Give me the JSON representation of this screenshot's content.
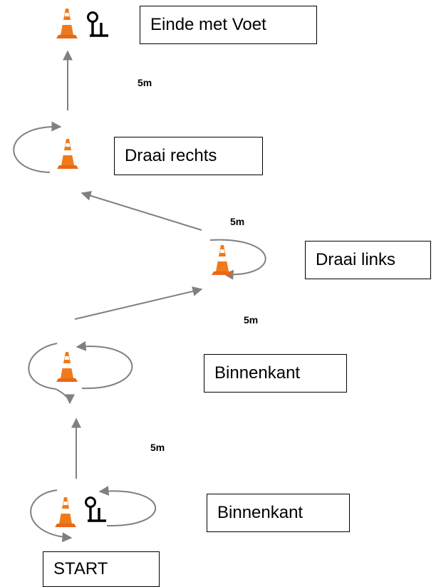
{
  "labels": {
    "end": "Einde met Voet",
    "turn_right": "Draai rechts",
    "turn_left": "Draai links",
    "inside_upper": "Binnenkant",
    "inside_lower": "Binnenkant",
    "start": "START"
  },
  "distances": {
    "top": "5m",
    "upper_diag": "5m",
    "lower_diag": "5m",
    "bottom": "5m"
  },
  "colors": {
    "cone_orange": "#f07a1a",
    "cone_stripe": "#ffffff",
    "arrow": "#808080",
    "foot_icon": "#000000"
  },
  "icons": [
    "traffic-cone-icon",
    "foot-icon"
  ]
}
